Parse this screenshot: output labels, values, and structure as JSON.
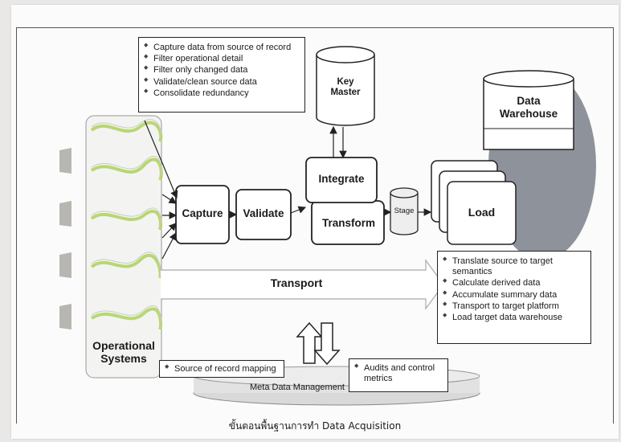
{
  "capture_tasks": [
    "Capture data from source of record",
    "Filter operational detail",
    "Filter only changed data",
    "Validate/clean source data",
    "Consolidate redundancy"
  ],
  "key_master": "Key Master",
  "data_warehouse": "Data Warehouse",
  "steps": {
    "capture": "Capture",
    "validate": "Validate",
    "integrate": "Integrate",
    "transform": "Transform",
    "stage": "Stage",
    "load": "Load"
  },
  "transport": "Transport",
  "load_tasks": [
    "Translate source to target semantics",
    "Calculate derived data",
    "Accumulate summary data",
    "Transport to target platform",
    "Load target data warehouse"
  ],
  "operational_systems": "Operational Systems",
  "source_mapping": "Source of record mapping",
  "audits": "Audits and control metrics",
  "meta_data": "Meta Data Management",
  "caption": "ขั้นตอนพื้นฐานการทำ Data Acquisition",
  "colors": {
    "warehouse_ellipse": "#8e939b",
    "wave_green": "#b5d66a",
    "stage_gray": "#d8d8d8"
  }
}
